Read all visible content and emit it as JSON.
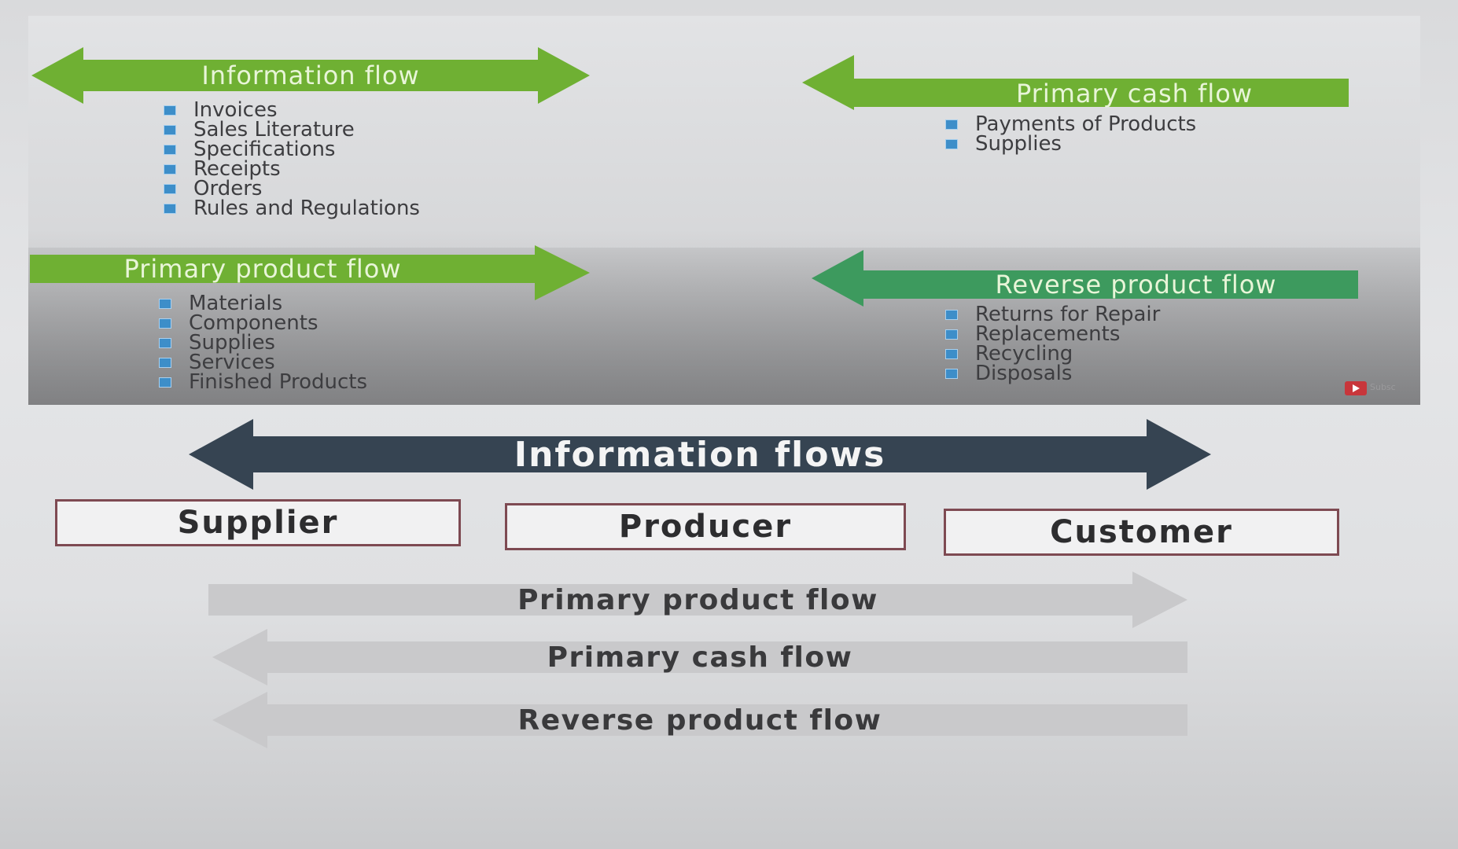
{
  "top_panel": {
    "information_flow": {
      "label": "Information flow",
      "items": [
        "Invoices",
        "Sales Literature",
        "Specifications",
        "Receipts",
        "Orders",
        "Rules and Regulations"
      ]
    },
    "primary_cash_flow": {
      "label": "Primary cash flow",
      "items": [
        "Payments of Products",
        "Supplies"
      ]
    },
    "primary_product_flow": {
      "label": "Primary product flow",
      "items": [
        "Materials",
        "Components",
        "Supplies",
        "Services",
        "Finished Products"
      ]
    },
    "reverse_product_flow": {
      "label": "Reverse product flow",
      "items": [
        "Returns for Repair",
        "Replacements",
        "Recycling",
        "Disposals"
      ]
    },
    "subscribe_text": "Subsc"
  },
  "diagram": {
    "information_flows_label": "Information flows",
    "entities": [
      "Supplier",
      "Producer",
      "Customer"
    ],
    "flows": [
      "Primary product flow",
      "Primary cash flow",
      "Reverse product flow"
    ]
  },
  "colors": {
    "green_arrow": "#6fb033",
    "teal_arrow": "#3d9a5e",
    "dark_arrow": "#364452",
    "entity_border": "#7e4a52",
    "bullet": "#3d8ec9"
  }
}
